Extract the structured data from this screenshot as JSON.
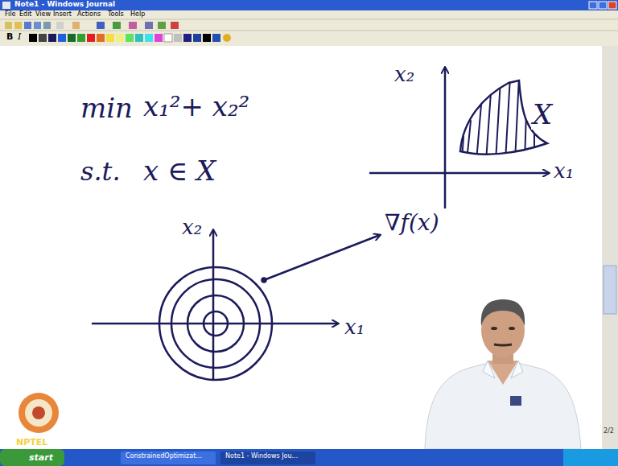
{
  "diagram": {
    "labels": [
      "Note1 - Windows Journal",
      "File",
      "Edit",
      "View",
      "Insert",
      "Actions",
      "Tools",
      "Help",
      "B",
      "I",
      "min",
      "x₁²+ x₂²",
      "s.t.",
      "x ∈ X",
      "x₂",
      "x₁",
      "X",
      "x₂",
      "x₁",
      "∇f(x)",
      "NPTEL",
      "start",
      "ConstrainedOptimizat...",
      "Note1 - Windows Jou...",
      "2/2"
    ]
  }
}
